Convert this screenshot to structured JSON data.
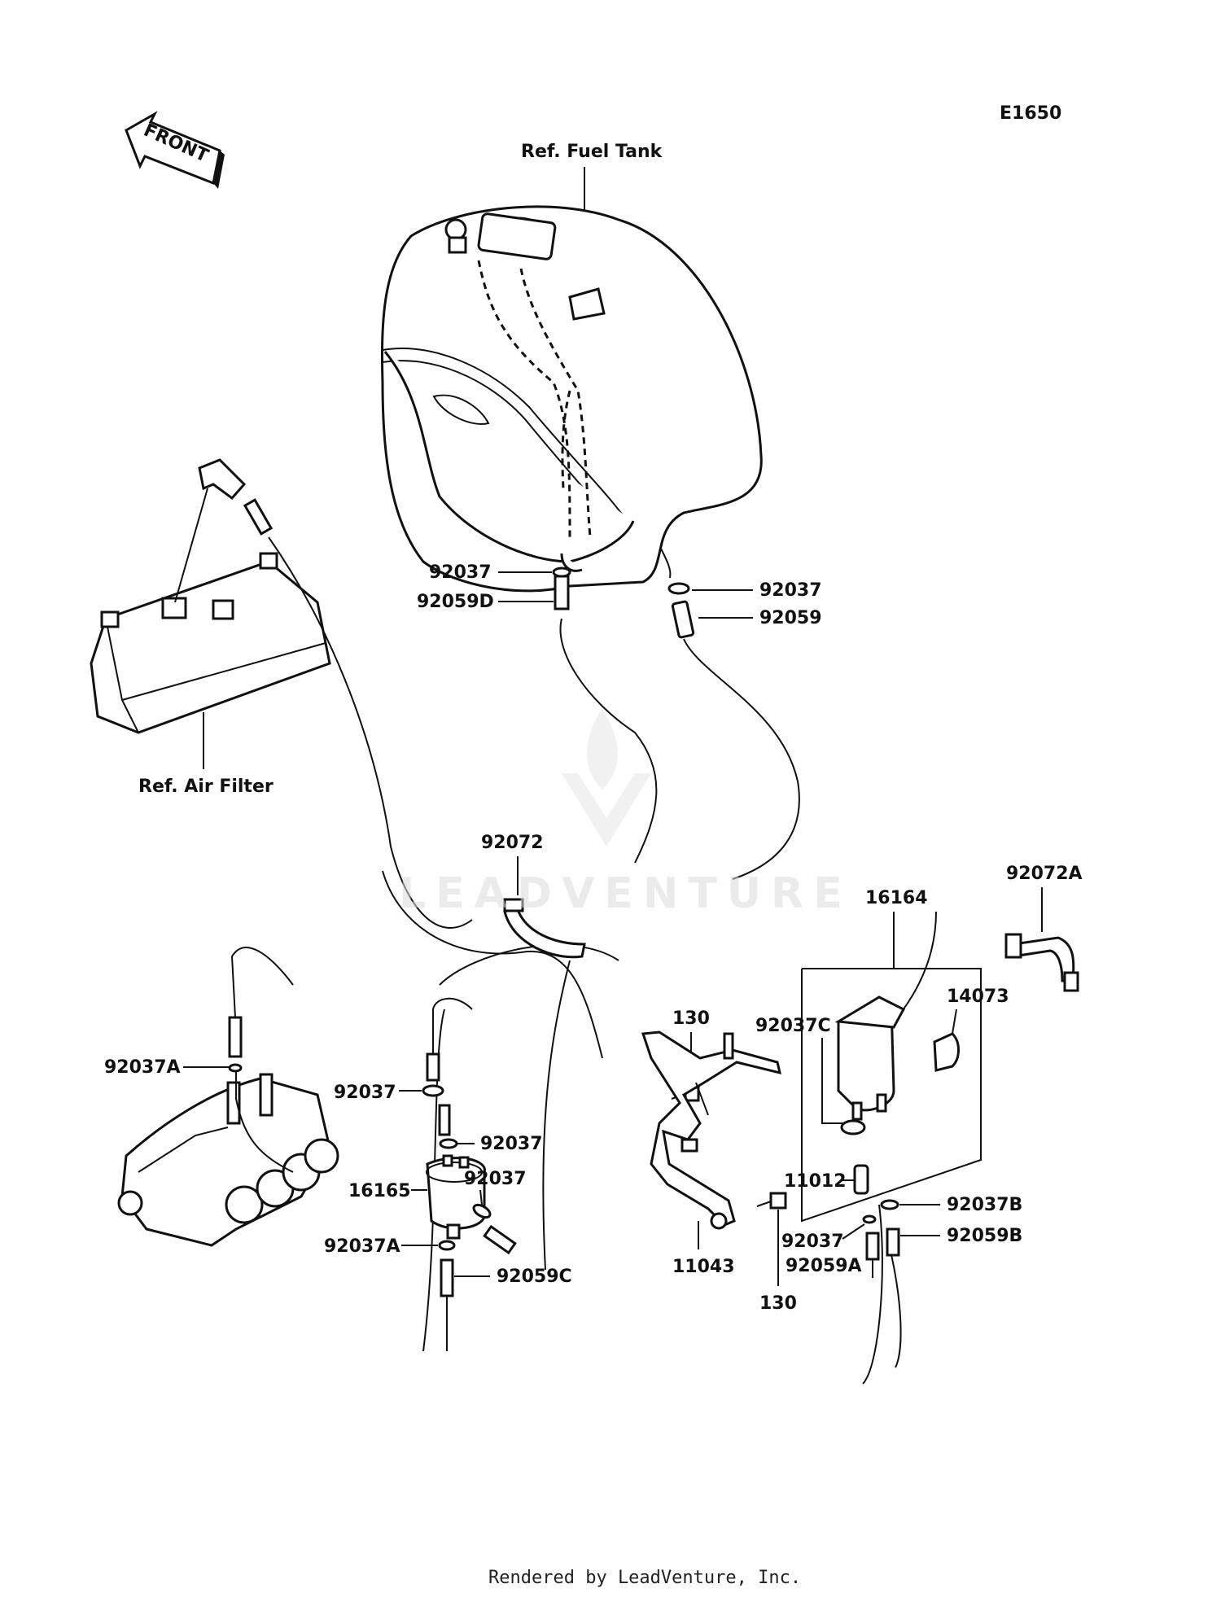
{
  "diagram_code": "E1650",
  "front_label": "FRONT",
  "watermark": "LEADVENTURE",
  "footer": "Rendered by LeadVenture, Inc.",
  "references": {
    "fuel_tank": "Ref. Fuel Tank",
    "air_filter": "Ref. Air Filter"
  },
  "parts": {
    "p92037_tank_left": "92037",
    "p92059D": "92059D",
    "p92037_tank_right": "92037",
    "p92059": "92059",
    "p92072": "92072",
    "p92072A": "92072A",
    "p16164": "16164",
    "p14073": "14073",
    "p130_top": "130",
    "p92037C": "92037C",
    "p11012": "11012",
    "p92037B": "92037B",
    "p92037_canister": "92037",
    "p92059B": "92059B",
    "p92059A": "92059A",
    "p130_bottom": "130",
    "p11043": "11043",
    "p92037A_left": "92037A",
    "p92037_pump_top": "92037",
    "p92037_pump_mid": "92037",
    "p92037_pump_side": "92037",
    "p16165": "16165",
    "p92037A_pump": "92037A",
    "p92059C": "92059C"
  }
}
